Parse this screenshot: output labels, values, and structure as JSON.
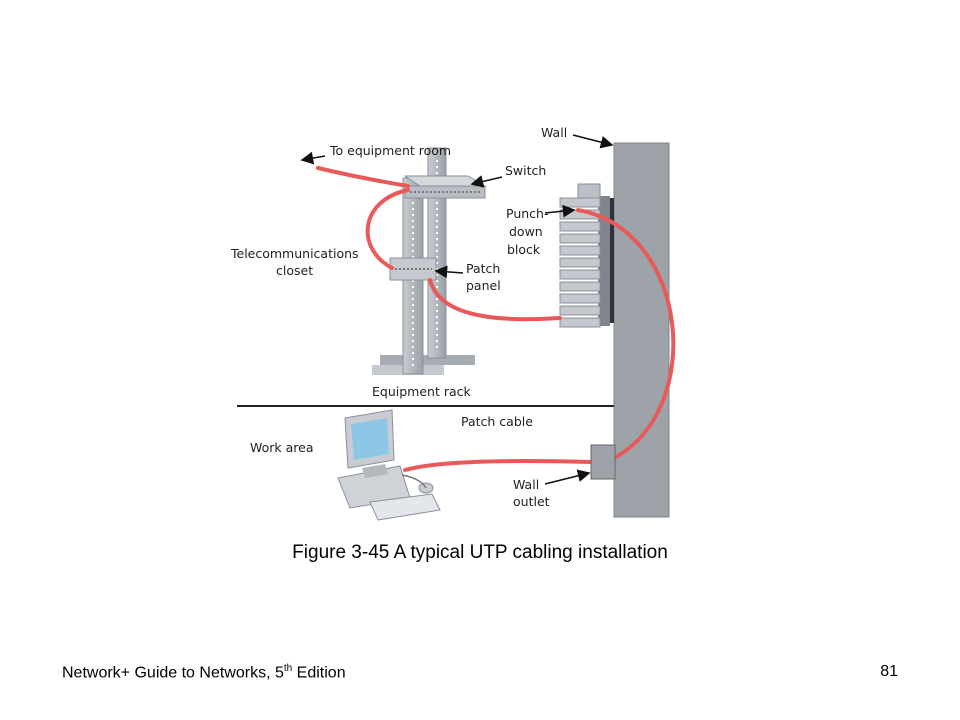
{
  "figure": {
    "labels": {
      "wall": "Wall",
      "to_equipment_room": "To equipment room",
      "switch": "Switch",
      "punch_line1": "Punch-",
      "punch_line2": "down",
      "punch_line3": "block",
      "telecom_line1": "Telecommunications",
      "telecom_line2": "closet",
      "patch_panel_line1": "Patch",
      "patch_panel_line2": "panel",
      "equipment_rack": "Equipment rack",
      "work_area": "Work area",
      "patch_cable": "Patch cable",
      "wall_outlet_line1": "Wall",
      "wall_outlet_line2": "outlet"
    },
    "colors": {
      "cable": "#e8595a",
      "wall": "#9ea3aa",
      "rack": "#b4b9c0"
    }
  },
  "caption": "Figure 3-45 A typical UTP cabling installation",
  "footer": {
    "title_prefix": "Network+ Guide to Networks, 5",
    "title_sup": "th",
    "title_suffix": " Edition",
    "page_number": "81"
  }
}
